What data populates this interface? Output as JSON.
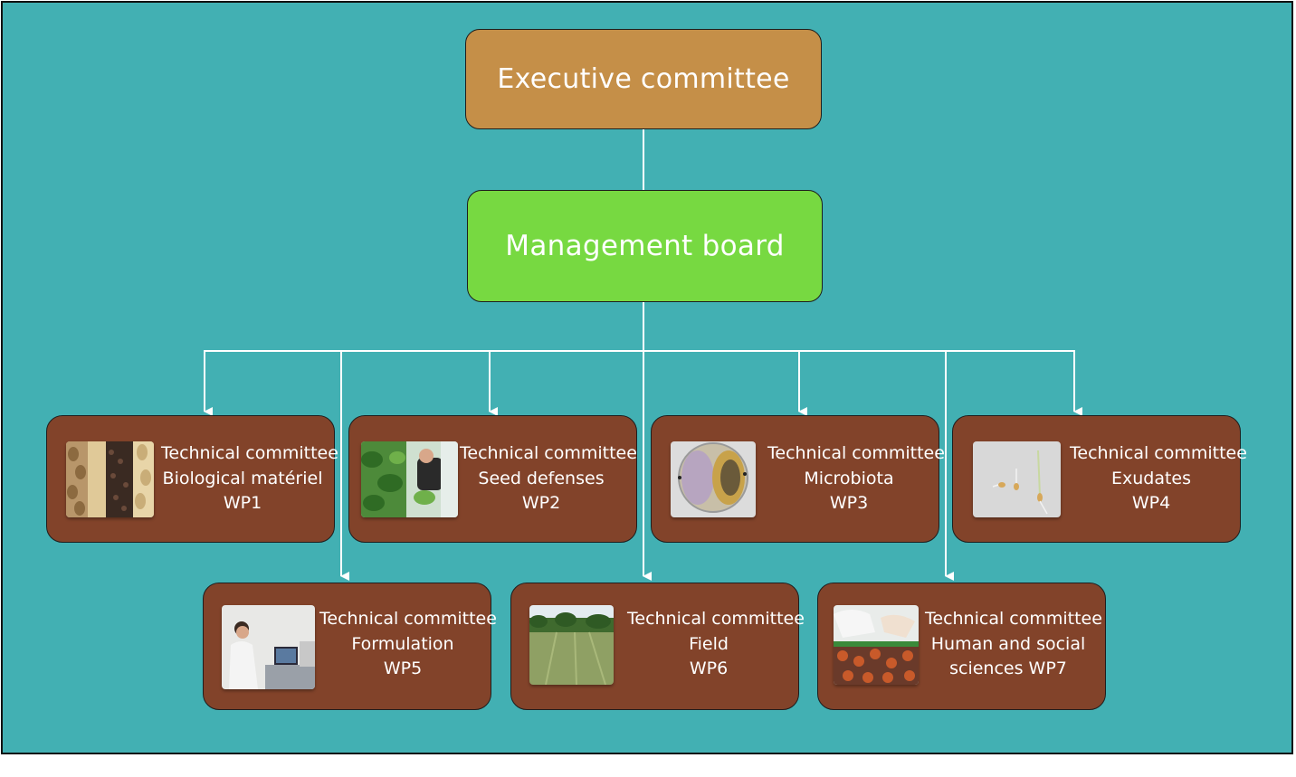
{
  "executive": {
    "label": "Executive committee"
  },
  "management": {
    "label": "Management board"
  },
  "committees": [
    {
      "id": "wp1",
      "lines": [
        "Technical committee",
        "Biological matériel",
        "WP1"
      ]
    },
    {
      "id": "wp2",
      "lines": [
        "Technical committee",
        "Seed defenses",
        "WP2"
      ]
    },
    {
      "id": "wp3",
      "lines": [
        "Technical committee",
        "Microbiota",
        "WP3"
      ]
    },
    {
      "id": "wp4",
      "lines": [
        "Technical committee",
        "Exudates",
        "WP4"
      ]
    },
    {
      "id": "wp5",
      "lines": [
        "Technical committee",
        "Formulation",
        "WP5"
      ]
    },
    {
      "id": "wp6",
      "lines": [
        "Technical committee",
        "Field",
        "WP6"
      ]
    },
    {
      "id": "wp7",
      "lines": [
        "Technical committee",
        "Human and social",
        "sciences WP7"
      ]
    }
  ],
  "colors": {
    "background": "#42b0b3",
    "executive": "#c58f48",
    "management": "#77d941",
    "committee": "#82432a",
    "connector": "#ffffff"
  }
}
